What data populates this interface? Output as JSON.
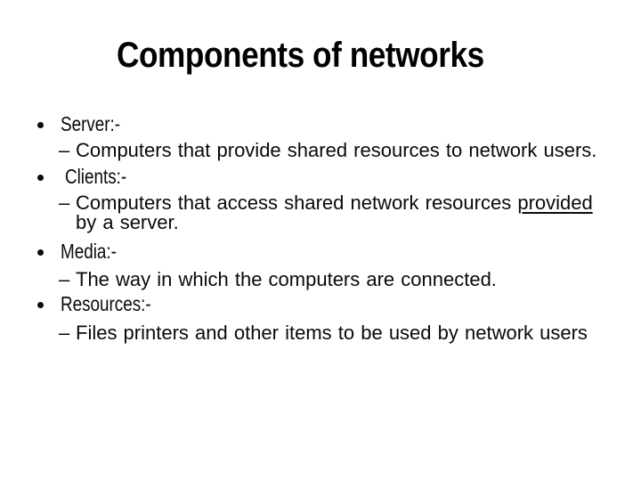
{
  "slide": {
    "title": "Components of networks",
    "dash_glyph": "–",
    "text_color": "#000000",
    "background_color": "#ffffff",
    "bullets": [
      {
        "label": "Server:-",
        "desc": "Computers that provide shared resources to network users."
      },
      {
        "label": "Clients:-",
        "desc_part1": "Computers that access shared network resources ",
        "desc_underlined": "provided",
        "desc_part2": "by a server."
      },
      {
        "label": "Media:-",
        "desc": "The way in which the computers are connected."
      },
      {
        "label": "Resources:-",
        "desc": "Files printers and other items to be used by network users"
      }
    ]
  }
}
